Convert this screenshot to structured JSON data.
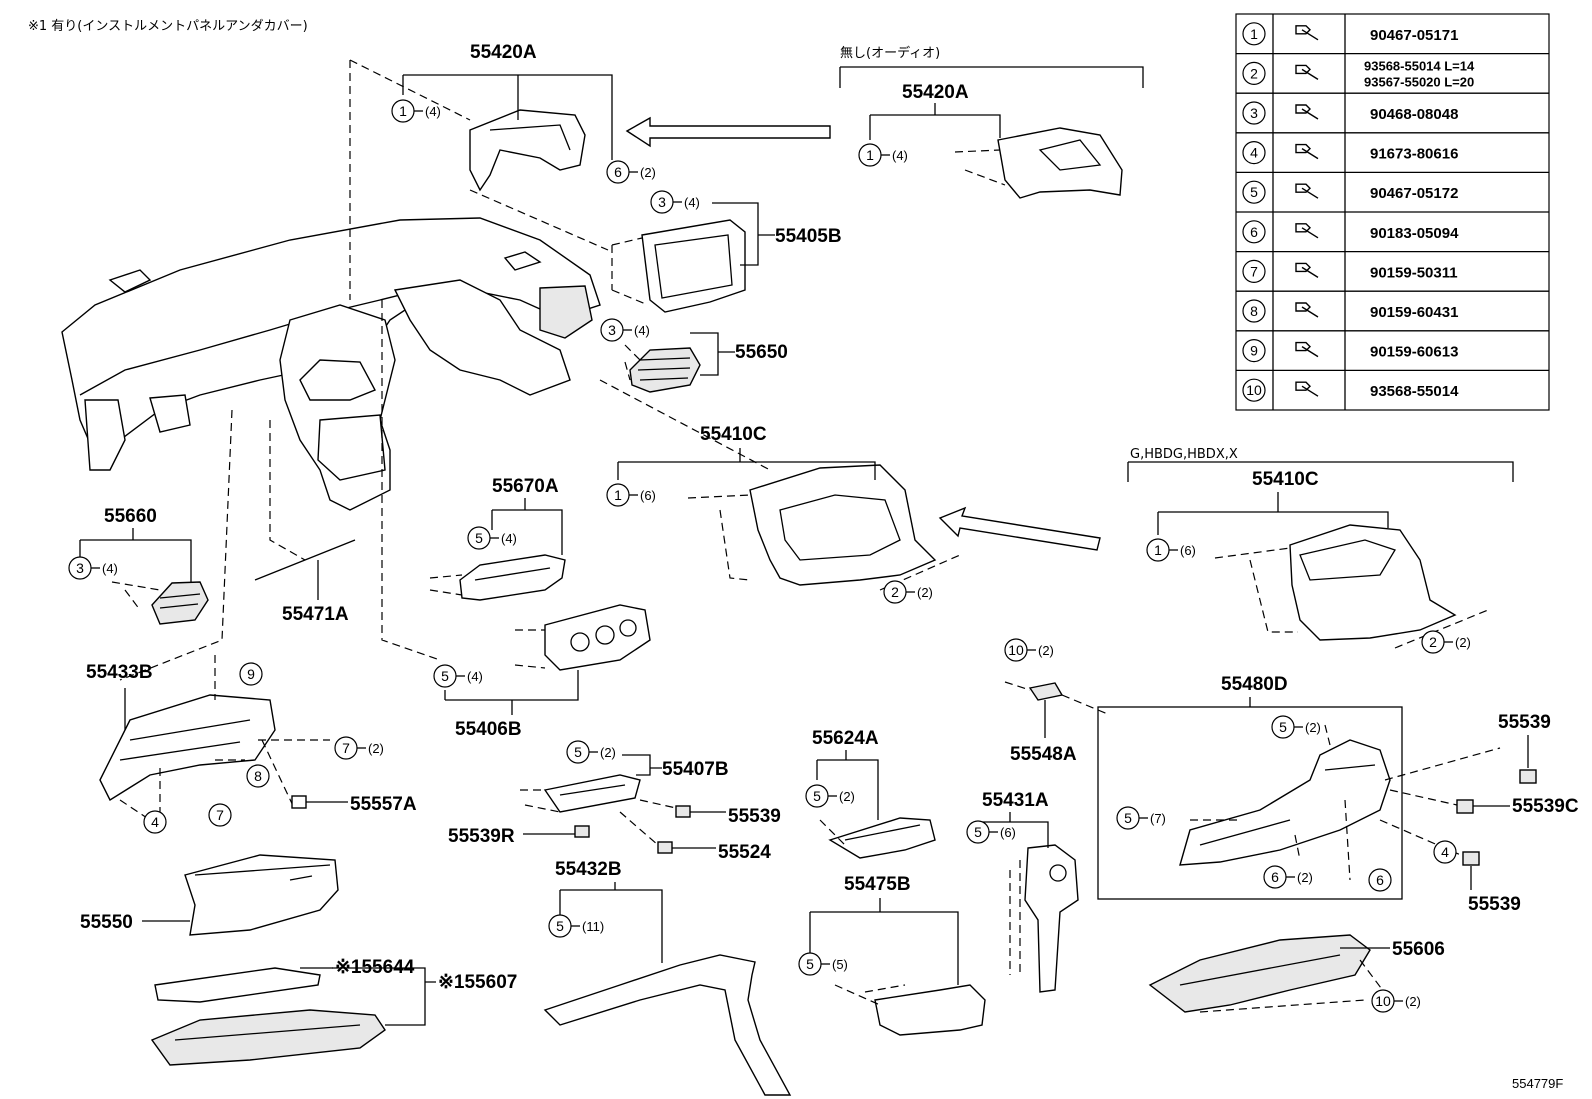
{
  "header_note": "※1 有り(インストルメントパネルアンダカバー)",
  "diagram_id": "554779F",
  "variant_notes": {
    "no_audio": "無し(オーディオ)",
    "grades": "G,HBDG,HBDX,X"
  },
  "fastener_table": [
    {
      "ref": "1",
      "part": "90467-05171",
      "part2": ""
    },
    {
      "ref": "2",
      "part": "93568-55014 L=14",
      "part2": "93567-55020 L=20"
    },
    {
      "ref": "3",
      "part": "90468-08048",
      "part2": ""
    },
    {
      "ref": "4",
      "part": "91673-80616",
      "part2": ""
    },
    {
      "ref": "5",
      "part": "90467-05172",
      "part2": ""
    },
    {
      "ref": "6",
      "part": "90183-05094",
      "part2": ""
    },
    {
      "ref": "7",
      "part": "90159-50311",
      "part2": ""
    },
    {
      "ref": "8",
      "part": "90159-60431",
      "part2": ""
    },
    {
      "ref": "9",
      "part": "90159-60613",
      "part2": ""
    },
    {
      "ref": "10",
      "part": "93568-55014",
      "part2": ""
    }
  ],
  "part_labels": {
    "p55420A_main": "55420A",
    "p55420A_alt": "55420A",
    "p55405B": "55405B",
    "p55650": "55650",
    "p55410C_main": "55410C",
    "p55410C_alt": "55410C",
    "p55660": "55660",
    "p55670A": "55670A",
    "p55471A": "55471A",
    "p55433B": "55433B",
    "p55406B": "55406B",
    "p55557A": "55557A",
    "p55407B": "55407B",
    "p55539_a": "55539",
    "p55539R": "55539R",
    "p55524": "55524",
    "p55624A": "55624A",
    "p55548A": "55548A",
    "p55480D": "55480D",
    "p55539_b": "55539",
    "p55539C": "55539C",
    "p55539_c": "55539",
    "p55431A": "55431A",
    "p55432B": "55432B",
    "p55475B": "55475B",
    "p55606": "55606",
    "p55550": "55550",
    "p55644": "※155644",
    "p55607": "※155607"
  },
  "callouts": {
    "c1": {
      "ref": "1",
      "qty": "(4)"
    },
    "c2": {
      "ref": "6",
      "qty": "(2)"
    },
    "c3": {
      "ref": "3",
      "qty": "(4)"
    },
    "c4": {
      "ref": "3",
      "qty": "(4)"
    },
    "c5": {
      "ref": "1",
      "qty": "(4)"
    },
    "c6": {
      "ref": "1",
      "qty": "(6)"
    },
    "c7": {
      "ref": "2",
      "qty": "(2)"
    },
    "c8": {
      "ref": "1",
      "qty": "(6)"
    },
    "c9": {
      "ref": "2",
      "qty": "(2)"
    },
    "c10": {
      "ref": "3",
      "qty": "(4)"
    },
    "c11": {
      "ref": "5",
      "qty": "(4)"
    },
    "c12": {
      "ref": "5",
      "qty": "(4)"
    },
    "c13": {
      "ref": "9",
      "qty": ""
    },
    "c14": {
      "ref": "7",
      "qty": "(2)"
    },
    "c15": {
      "ref": "8",
      "qty": ""
    },
    "c16": {
      "ref": "4",
      "qty": ""
    },
    "c17": {
      "ref": "7",
      "qty": ""
    },
    "c18": {
      "ref": "5",
      "qty": "(2)"
    },
    "c19": {
      "ref": "5",
      "qty": "(2)"
    },
    "c20": {
      "ref": "10",
      "qty": "(2)"
    },
    "c21": {
      "ref": "5",
      "qty": "(6)"
    },
    "c22": {
      "ref": "5",
      "qty": "(11)"
    },
    "c23": {
      "ref": "5",
      "qty": "(5)"
    },
    "c24": {
      "ref": "5",
      "qty": "(2)"
    },
    "c25": {
      "ref": "5",
      "qty": "(7)"
    },
    "c26": {
      "ref": "6",
      "qty": "(2)"
    },
    "c27": {
      "ref": "6",
      "qty": ""
    },
    "c28": {
      "ref": "4",
      "qty": ""
    },
    "c29": {
      "ref": "10",
      "qty": "(2)"
    }
  }
}
